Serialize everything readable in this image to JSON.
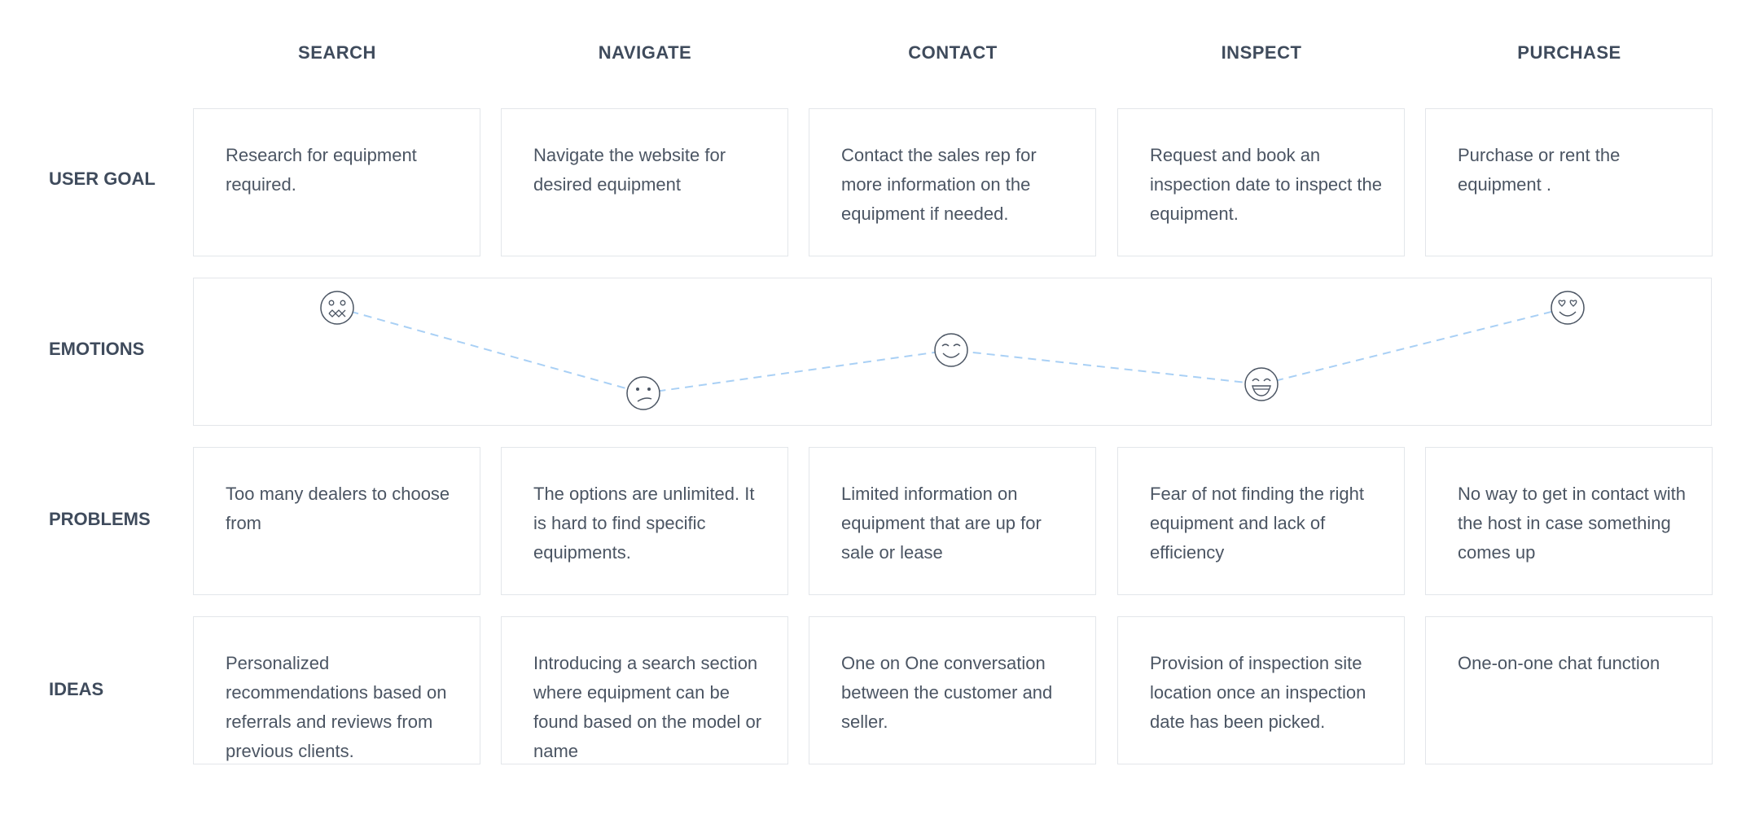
{
  "stages": [
    "SEARCH",
    "NAVIGATE",
    "CONTACT",
    "INSPECT",
    "PURCHASE"
  ],
  "rows": {
    "user_goal": {
      "label": "USER GOAL",
      "cells": [
        "Research for equipment required.",
        "Navigate the website for desired equipment",
        "Contact the sales rep for more information on the equipment if needed.",
        "Request and book an inspection date to inspect the equipment.",
        "Purchase or rent the equipment ."
      ]
    },
    "emotions": {
      "label": "EMOTIONS",
      "faces": [
        {
          "stage": "SEARCH",
          "icon": "grimace-face-icon"
        },
        {
          "stage": "NAVIGATE",
          "icon": "confused-face-icon"
        },
        {
          "stage": "CONTACT",
          "icon": "content-face-icon"
        },
        {
          "stage": "INSPECT",
          "icon": "grinning-face-icon"
        },
        {
          "stage": "PURCHASE",
          "icon": "heart-eyes-face-icon"
        }
      ],
      "line_color": "#a9d0f5",
      "face_color": "#4b5563"
    },
    "problems": {
      "label": "PROBLEMS",
      "cells": [
        "Too many dealers  to choose from",
        "The options are unlimited. It is hard to find specific equipments.",
        "Limited information on equipment that are up for sale or lease",
        "Fear of not finding the right equipment and lack of efficiency",
        "No way to get in contact with the host in case something comes up"
      ]
    },
    "ideas": {
      "label": "IDEAS",
      "cells": [
        "Personalized recommendations based on referrals and reviews from previous clients.",
        "Introducing a search section where equipment can be found based on the model or name",
        "One on One conversation between the customer and seller.",
        "Provision of inspection site location once an  inspection date has been picked.",
        "One-on-one chat function"
      ]
    }
  }
}
